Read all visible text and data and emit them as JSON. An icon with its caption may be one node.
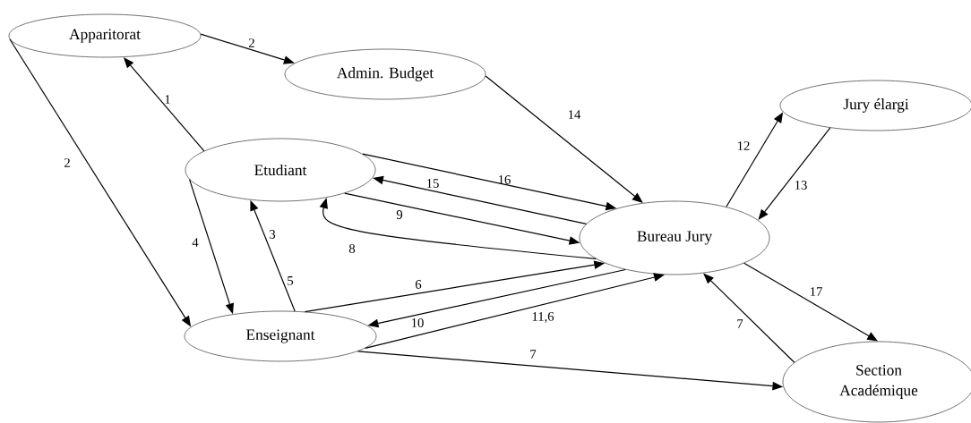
{
  "diagram": {
    "nodes": [
      {
        "text": [
          "Apparitorat"
        ]
      },
      {
        "text": [
          "Admin. Budget"
        ]
      },
      {
        "text": [
          "Etudiant"
        ]
      },
      {
        "text": [
          "Jury élargi"
        ]
      },
      {
        "text": [
          "Bureau Jury"
        ]
      },
      {
        "text": [
          "Enseignant"
        ]
      },
      {
        "text": [
          "Section Académique"
        ]
      }
    ],
    "edges": [
      {
        "from": 2,
        "to": 0,
        "arrow": "to",
        "label": "1"
      },
      {
        "from": 0,
        "to": 1,
        "arrow": "to",
        "label": "2"
      },
      {
        "from": 0,
        "to": 5,
        "arrow": "to",
        "label": "2"
      },
      {
        "from": 5,
        "to": 2,
        "arrow": "to",
        "label": "3"
      },
      {
        "from": 2,
        "to": 5,
        "arrow": "to",
        "label": "4"
      },
      {
        "from": 2,
        "to": 4,
        "arrow": "to",
        "label": "16"
      },
      {
        "from": 4,
        "to": 2,
        "arrow": "to",
        "label": "15"
      },
      {
        "from": 2,
        "to": 4,
        "arrow": "to",
        "label": "9"
      },
      {
        "from": 4,
        "to": 2,
        "arrow": "to",
        "label": "8"
      },
      {
        "from": 5,
        "to": 4,
        "arrow": "to",
        "label": "6"
      },
      {
        "from": 4,
        "to": 5,
        "arrow": "to",
        "label": "10"
      },
      {
        "from": 5,
        "to": 4,
        "arrow": "to",
        "label": "11,6"
      },
      {
        "from": 5,
        "to": 6,
        "arrow": "to",
        "label": "7"
      },
      {
        "from": 1,
        "to": 4,
        "arrow": "to",
        "label": "14"
      },
      {
        "from": 4,
        "to": 3,
        "arrow": "to",
        "label": "12"
      },
      {
        "from": 3,
        "to": 4,
        "arrow": "to",
        "label": "13"
      },
      {
        "from": 4,
        "to": 6,
        "arrow": "to",
        "label": "17"
      },
      {
        "from": 6,
        "to": 4,
        "arrow": "to",
        "label": "7"
      }
    ],
    "labels": [
      "5"
    ]
  }
}
